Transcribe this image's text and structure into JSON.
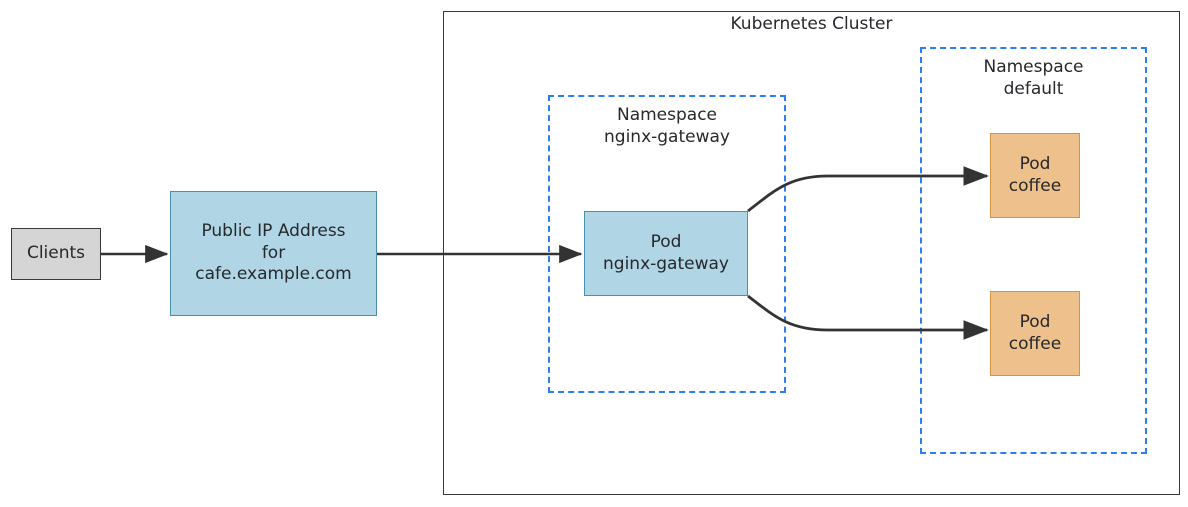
{
  "diagram": {
    "title": "Kubernetes Cluster",
    "cluster": {
      "label": "Kubernetes Cluster"
    },
    "namespaces": [
      {
        "id": "nginx-gateway",
        "label": "Namespace\nnginx-gateway",
        "title_line1": "Namespace",
        "title_line2": "nginx-gateway"
      },
      {
        "id": "default",
        "label": "Namespace\ndefault",
        "title_line1": "Namespace",
        "title_line2": "default"
      }
    ],
    "nodes": {
      "clients": "Clients",
      "public_ip": "Public IP Address\nfor\ncafe.example.com",
      "pod_nginx_gateway": "Pod\nnginx-gateway",
      "pod_coffee_1": "Pod\ncoffee",
      "pod_coffee_2": "Pod\ncoffee"
    },
    "edges": [
      {
        "id": "clients-to-public-ip",
        "from": "Clients",
        "to": "Public IP Address for cafe.example.com"
      },
      {
        "id": "public-ip-to-gateway",
        "from": "Public IP Address for cafe.example.com",
        "to": "Pod nginx-gateway"
      },
      {
        "id": "gateway-to-coffee-1",
        "from": "Pod nginx-gateway",
        "to": "Pod coffee"
      },
      {
        "id": "gateway-to-coffee-2",
        "from": "Pod nginx-gateway",
        "to": "Pod coffee"
      }
    ],
    "colors": {
      "blue_fill": "#b0d5e5",
      "blue_border": "#4a8fae",
      "orange_fill": "#eec08b",
      "orange_border": "#d79340",
      "gray_fill": "#d5d5d5",
      "gray_border": "#3a3a3a",
      "dashed_blue": "#2f7ef1",
      "edge_color": "#333333",
      "text_color": "#26282b"
    }
  }
}
